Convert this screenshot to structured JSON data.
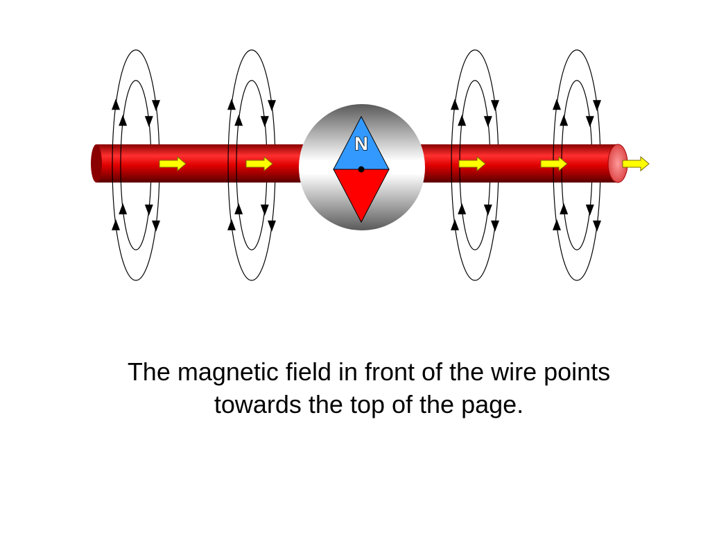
{
  "caption": {
    "line1": "The magnetic field in front of the wire points",
    "line2": "towards the top of the page."
  },
  "compass": {
    "label": "N",
    "north_color": "#3399FF",
    "south_color": "#FF0000"
  },
  "wire": {
    "color": "#E00000"
  },
  "current_arrow": {
    "color": "#FFFF00"
  },
  "field_loops": {
    "count": 4
  }
}
